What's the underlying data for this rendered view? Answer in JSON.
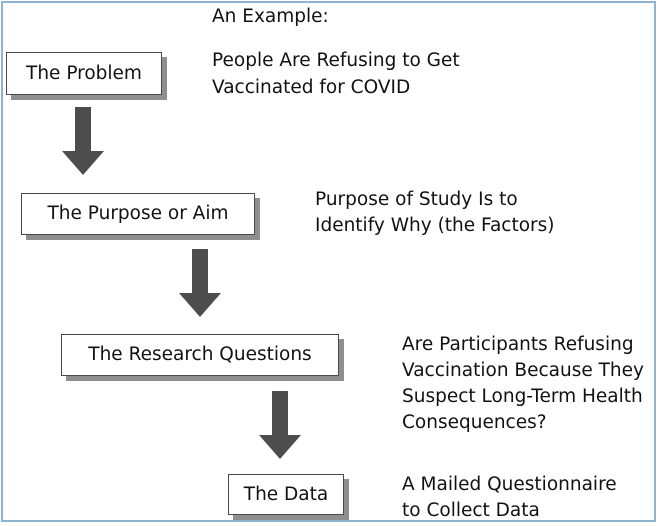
{
  "heading": "An Example:",
  "colors": {
    "frame_border": "#8fb4d2",
    "box_border": "#4a4a4a",
    "box_shadow": "#8f8f8f",
    "arrow": "#4d4d4d",
    "text": "#111111"
  },
  "steps": [
    {
      "label": "The Problem",
      "example": [
        "People Are Refusing to Get",
        "Vaccinated for COVID"
      ]
    },
    {
      "label": "The Purpose or Aim",
      "example": [
        "Purpose of Study Is to",
        "Identify Why (the Factors)"
      ]
    },
    {
      "label": "The Research Questions",
      "example": [
        "Are Participants Refusing",
        "Vaccination Because They",
        "Suspect Long-Term Health",
        "Consequences?"
      ]
    },
    {
      "label": "The Data",
      "example": [
        "A Mailed Questionnaire",
        "to Collect Data"
      ]
    }
  ]
}
